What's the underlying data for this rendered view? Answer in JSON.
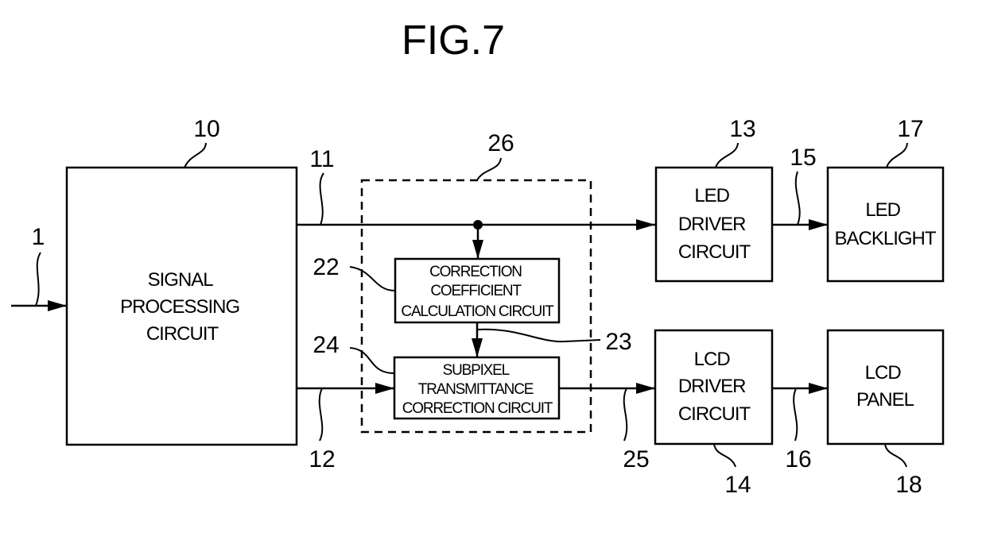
{
  "figure": {
    "title": "FIG.7"
  },
  "blocks": {
    "signal_processing": {
      "ref": "10",
      "lines": [
        "SIGNAL",
        "PROCESSING",
        "CIRCUIT"
      ]
    },
    "correction_coefficient": {
      "ref": "22",
      "lines": [
        "CORRECTION",
        "COEFFICIENT",
        "CALCULATION CIRCUIT"
      ]
    },
    "subpixel_correction": {
      "ref": "24",
      "lines": [
        "SUBPIXEL",
        "TRANSMITTANCE",
        "CORRECTION CIRCUIT"
      ]
    },
    "correction_unit": {
      "ref": "26"
    },
    "led_driver": {
      "ref": "13",
      "lines": [
        "LED",
        "DRIVER",
        "CIRCUIT"
      ]
    },
    "lcd_driver": {
      "ref": "14",
      "lines": [
        "LCD",
        "DRIVER",
        "CIRCUIT"
      ]
    },
    "led_backlight": {
      "ref": "17",
      "lines": [
        "LED",
        "BACKLIGHT"
      ]
    },
    "lcd_panel": {
      "ref": "18",
      "lines": [
        "LCD",
        "PANEL"
      ]
    }
  },
  "signals": {
    "input": {
      "ref": "1"
    },
    "backlight_signal": {
      "ref": "11"
    },
    "video_signal": {
      "ref": "12"
    },
    "coefficient_signal": {
      "ref": "23"
    },
    "corrected_video": {
      "ref": "25"
    },
    "led_drive": {
      "ref": "15"
    },
    "lcd_drive": {
      "ref": "16"
    }
  }
}
